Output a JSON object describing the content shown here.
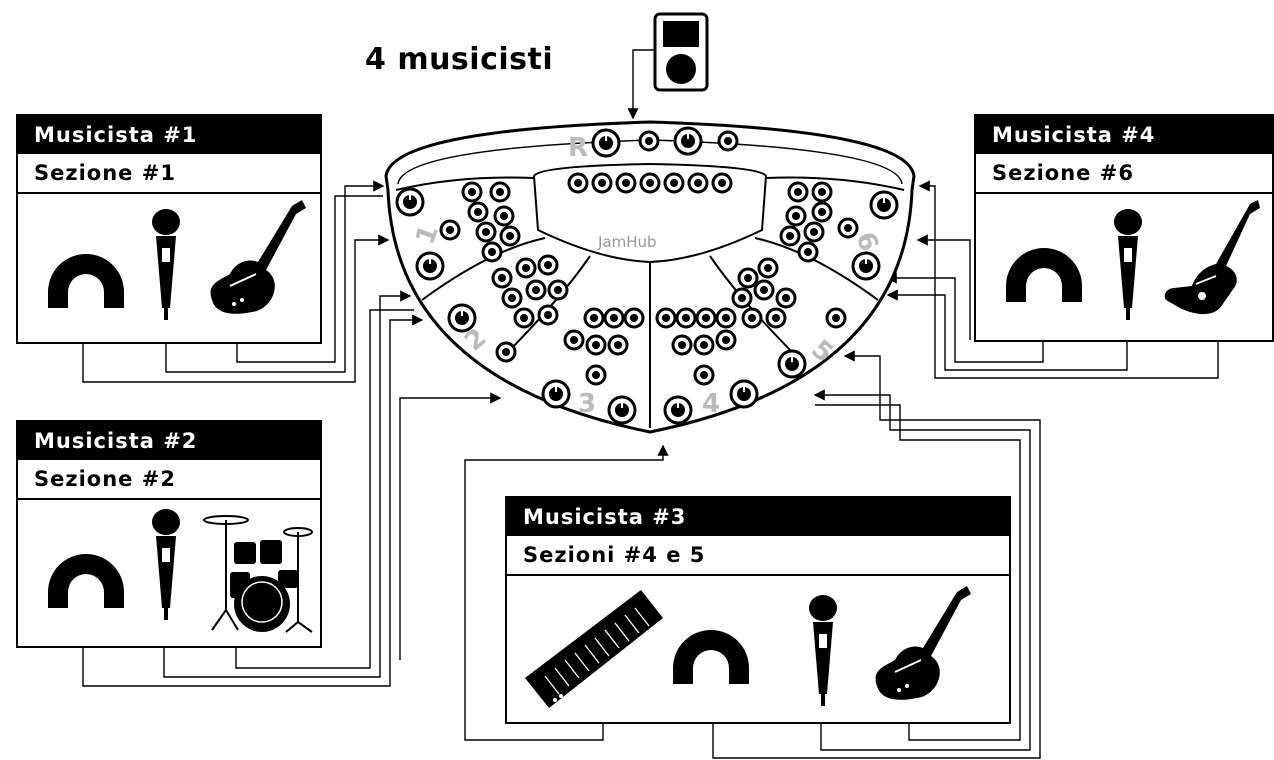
{
  "title": "4 musicisti",
  "hub": {
    "logo": "JamHub",
    "sections": [
      "1",
      "2",
      "3",
      "4",
      "5",
      "6"
    ],
    "master_label": "R"
  },
  "panels": [
    {
      "musician": "Musicista #1",
      "section": "Sezione #1",
      "devices": [
        "headphones-icon",
        "microphone-icon",
        "electric-guitar-icon"
      ]
    },
    {
      "musician": "Musicista #2",
      "section": "Sezione #2",
      "devices": [
        "headphones-icon",
        "microphone-icon",
        "drum-kit-icon"
      ]
    },
    {
      "musician": "Musicista #3",
      "section": "Sezioni #4 e 5",
      "devices": [
        "keyboard-icon",
        "headphones-icon",
        "microphone-icon",
        "electric-guitar-icon"
      ]
    },
    {
      "musician": "Musicista #4",
      "section": "Sezione #6",
      "devices": [
        "headphones-icon",
        "microphone-icon",
        "bass-guitar-icon"
      ]
    }
  ],
  "media_player": "media-player-icon",
  "colors": {
    "ink": "#000000",
    "panel_head": "#000000",
    "hub_fill": "#ffffff",
    "hub_label": "#bbbbbb"
  }
}
